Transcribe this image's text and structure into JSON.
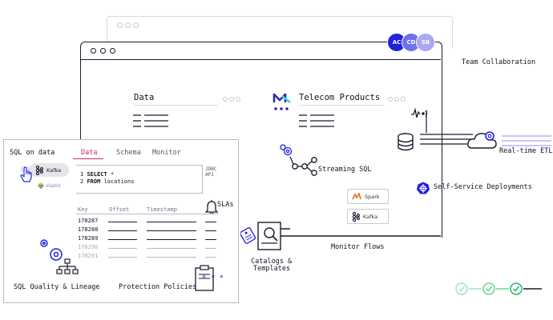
{
  "avatars": [
    {
      "initials": "AC",
      "color": "#2222dd"
    },
    {
      "initials": "CD",
      "color": "#7070ee"
    },
    {
      "initials": "SB",
      "color": "#a8a8f6"
    }
  ],
  "labels": {
    "team_collaboration": "Team Collaboration",
    "data": "Data",
    "telecom_products": "Telecom Products",
    "streaming_sql": "Streaming SQL",
    "realtime_etl": "Real-time ETL",
    "self_service": "Self-Service Deployments",
    "monitor_flows": "Monitor Flows",
    "catalogs_line1": "Catalogs &",
    "catalogs_line2": "Templates",
    "sql_quality": "SQL Quality & Lineage",
    "protection_policies": "Protection Policies",
    "slas": "SLAs",
    "sql_on_data": "SQL on data"
  },
  "connectors": {
    "spark": "Spark",
    "kafka": "Kafka",
    "elastic": "elastic"
  },
  "editor": {
    "tabs": [
      "Data",
      "Schema",
      "Monitor"
    ],
    "active_tab": "Data",
    "api_line1": "JDBC",
    "api_line2": "API",
    "code_line1_num": "1",
    "code_line1_kw": "SELECT",
    "code_line1_rest": " *",
    "code_line2_num": "2",
    "code_line2_kw": "FROM",
    "code_line2_rest": " locations",
    "columns": [
      "Key",
      "Offset",
      "Timestamp"
    ],
    "rows": [
      "178287",
      "178288",
      "178289",
      "178290",
      "178291"
    ]
  },
  "colors": {
    "accent_pink": "#e0245e",
    "accent_blue": "#2222dd",
    "success_green": "#2ecc71",
    "line_dark": "#1a1a2e"
  }
}
